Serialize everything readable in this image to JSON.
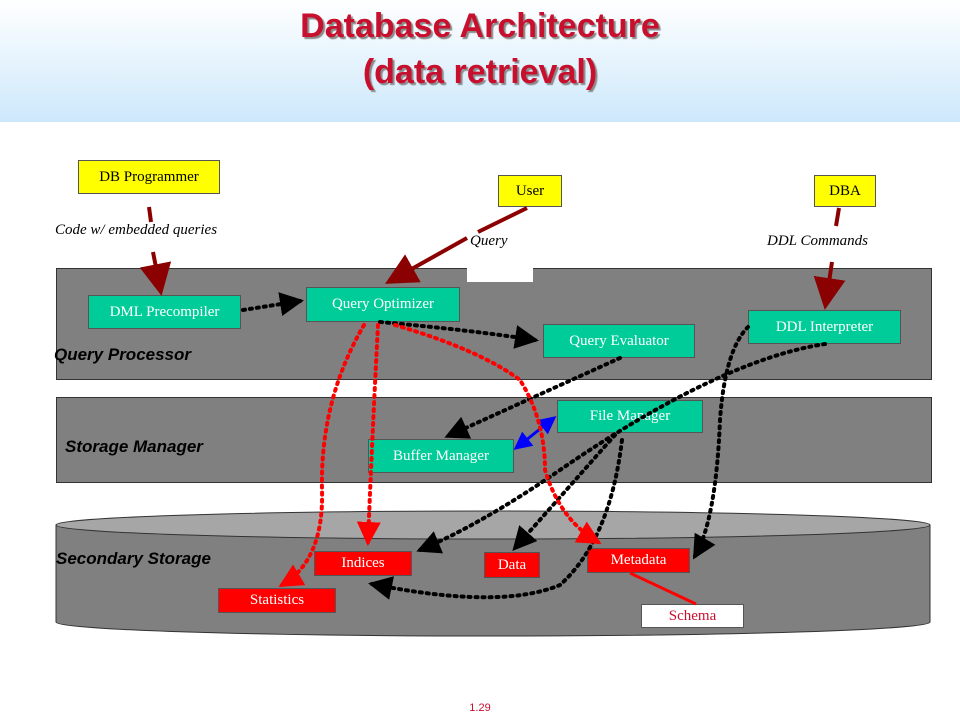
{
  "title": {
    "line1": "Database Architecture",
    "line2": "(data retrieval)"
  },
  "actors": {
    "db_programmer": "DB Programmer",
    "user": "User",
    "dba": "DBA"
  },
  "captions": {
    "code": "Code w/ embedded queries",
    "query": "Query",
    "ddl": "DDL Commands"
  },
  "layers": {
    "query_processor": "Query Processor",
    "storage_manager": "Storage Manager",
    "secondary_storage": "Secondary Storage"
  },
  "components": {
    "dml_precompiler": "DML Precompiler",
    "query_optimizer": "Query Optimizer",
    "query_evaluator": "Query Evaluator",
    "ddl_interpreter": "DDL Interpreter",
    "file_manager": "File Manager",
    "buffer_manager": "Buffer Manager"
  },
  "storage": {
    "indices": "Indices",
    "data": "Data",
    "metadata": "Metadata",
    "statistics": "Statistics",
    "schema": "Schema"
  },
  "colors": {
    "title": "#c8102e",
    "actor": "#ffff00",
    "component": "#00cc99",
    "storage": "#ff0000",
    "layer": "#808080",
    "arrow_dark_red": "#8b0000"
  },
  "page_number": "1.29"
}
